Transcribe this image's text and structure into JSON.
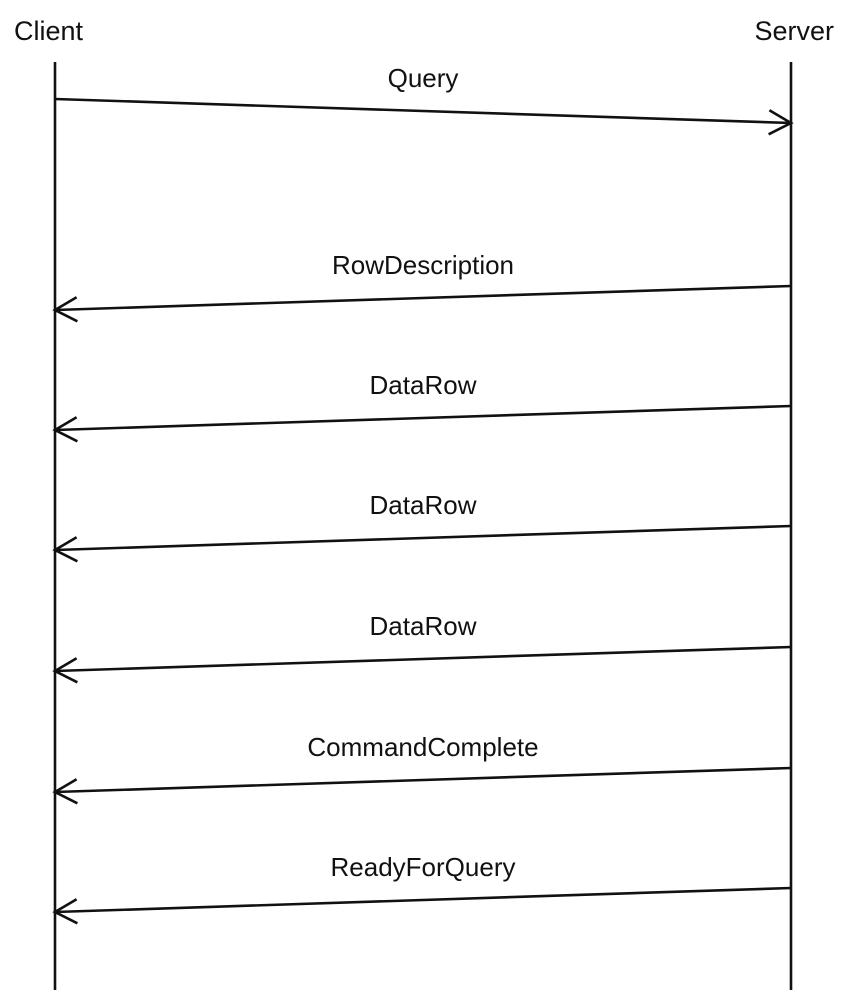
{
  "participants": {
    "client": "Client",
    "server": "Server"
  },
  "messages": [
    {
      "label": "Query",
      "direction": "client-to-server"
    },
    {
      "label": "RowDescription",
      "direction": "server-to-client"
    },
    {
      "label": "DataRow",
      "direction": "server-to-client"
    },
    {
      "label": "DataRow",
      "direction": "server-to-client"
    },
    {
      "label": "DataRow",
      "direction": "server-to-client"
    },
    {
      "label": "CommandComplete",
      "direction": "server-to-client"
    },
    {
      "label": "ReadyForQuery",
      "direction": "server-to-client"
    }
  ]
}
